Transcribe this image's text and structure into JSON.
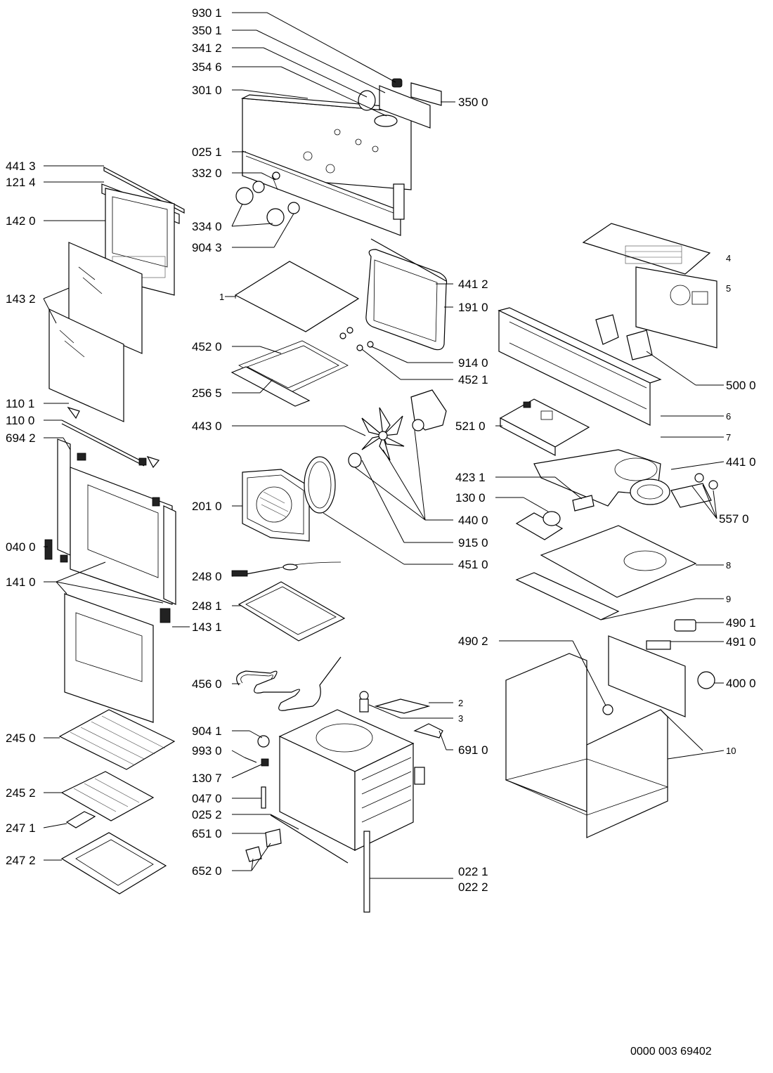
{
  "labels": {
    "l9301": "930 1",
    "l3501": "350 1",
    "l3412": "341 2",
    "l3546": "354 6",
    "l3010": "301 0",
    "l3500": "350 0",
    "l0251": "025 1",
    "l3320": "332 0",
    "l3340": "334 0",
    "l9043": "904 3",
    "l4413": "441 3",
    "l1214": "121 4",
    "l1420": "142 0",
    "l1432": "143 2",
    "l4412": "441 2",
    "l1910": "191 0",
    "l1": "1",
    "l4": "4",
    "l5": "5",
    "l4520": "452 0",
    "l9140": "914 0",
    "l4521": "452 1",
    "l2565": "256 5",
    "l5000": "500 0",
    "l1101": "110 1",
    "l1100": "110 0",
    "l6942": "694 2",
    "l4430": "443 0",
    "l5210": "521 0",
    "l6": "6",
    "l7": "7",
    "l4231": "423 1",
    "l4410": "441 0",
    "l1300": "130 0",
    "l5570": "557 0",
    "l2010": "201 0",
    "l4400": "440 0",
    "l0400": "040 0",
    "l9150": "915 0",
    "l4510": "451 0",
    "l1410": "141 0",
    "l8": "8",
    "l2480": "248 0",
    "l9": "9",
    "l2481": "248 1",
    "l1431": "143 1",
    "l4901": "490 1",
    "l4902": "490 2",
    "l4910": "491 0",
    "l4560": "456 0",
    "l4000": "400 0",
    "l2": "2",
    "l3": "3",
    "l2450": "245 0",
    "l9041": "904 1",
    "l6910": "691 0",
    "l10": "10",
    "l9930": "993 0",
    "l1307": "130 7",
    "l2452": "245 2",
    "l0470": "047 0",
    "l0252": "025 2",
    "l2471": "247 1",
    "l6510": "651 0",
    "l2472": "247 2",
    "l6520": "652 0",
    "l0221": "022 1",
    "l0222": "022 2"
  },
  "document_number": "0000 003 69402"
}
